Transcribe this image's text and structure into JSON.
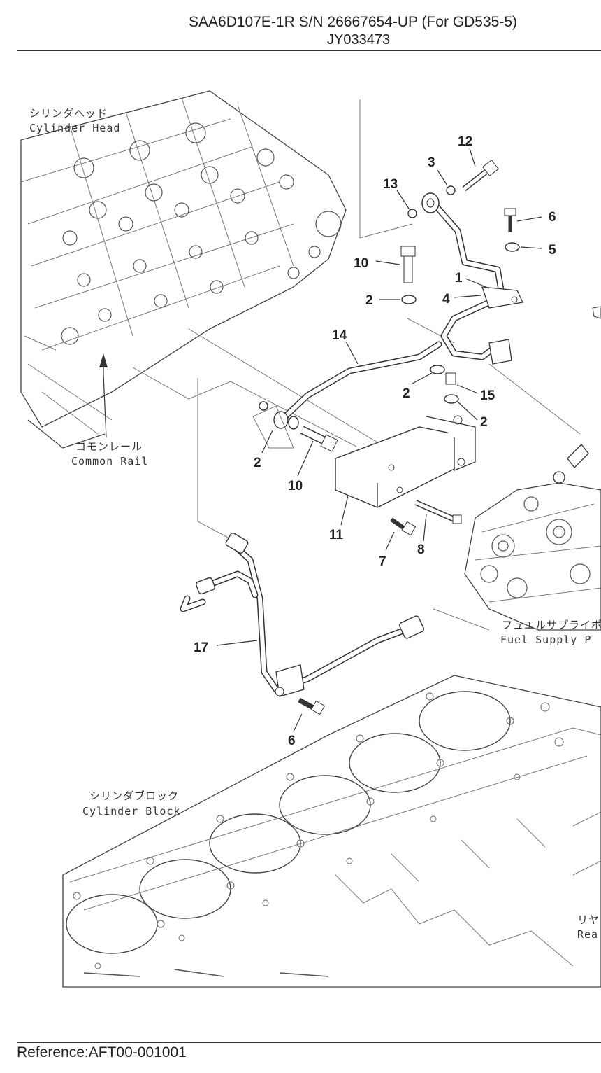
{
  "header": {
    "model_line": "SAA6D107E-1R S/N 26667654-UP (For GD535-5)",
    "code": "JY033473"
  },
  "footer": {
    "reference": "Reference:AFT00-001001"
  },
  "diagram": {
    "labels": {
      "cylinder_head_jp": "シリンダヘッド",
      "cylinder_head_en": "Cylinder Head",
      "common_rail_jp": "コモンレール",
      "common_rail_en": "Common Rail",
      "fuel_supply_jp": "フュエルサプライポ",
      "fuel_supply_en": "Fuel Supply P",
      "cylinder_block_jp": "シリンダブロック",
      "cylinder_block_en": "Cylinder Block",
      "rear_jp": "リヤ",
      "rear_en": "Rea"
    },
    "callouts": [
      {
        "id": "c12",
        "text": "12"
      },
      {
        "id": "c3",
        "text": "3"
      },
      {
        "id": "c13",
        "text": "13"
      },
      {
        "id": "c6a",
        "text": "6"
      },
      {
        "id": "c5",
        "text": "5"
      },
      {
        "id": "c10a",
        "text": "10"
      },
      {
        "id": "c1",
        "text": "1"
      },
      {
        "id": "c2a",
        "text": "2"
      },
      {
        "id": "c4",
        "text": "4"
      },
      {
        "id": "c14",
        "text": "14"
      },
      {
        "id": "c2b",
        "text": "2"
      },
      {
        "id": "c15",
        "text": "15"
      },
      {
        "id": "c2c",
        "text": "2"
      },
      {
        "id": "c2d",
        "text": "2"
      },
      {
        "id": "c10b",
        "text": "10"
      },
      {
        "id": "c11",
        "text": "11"
      },
      {
        "id": "c8",
        "text": "8"
      },
      {
        "id": "c7",
        "text": "7"
      },
      {
        "id": "c17",
        "text": "17"
      },
      {
        "id": "c6b",
        "text": "6"
      }
    ]
  }
}
